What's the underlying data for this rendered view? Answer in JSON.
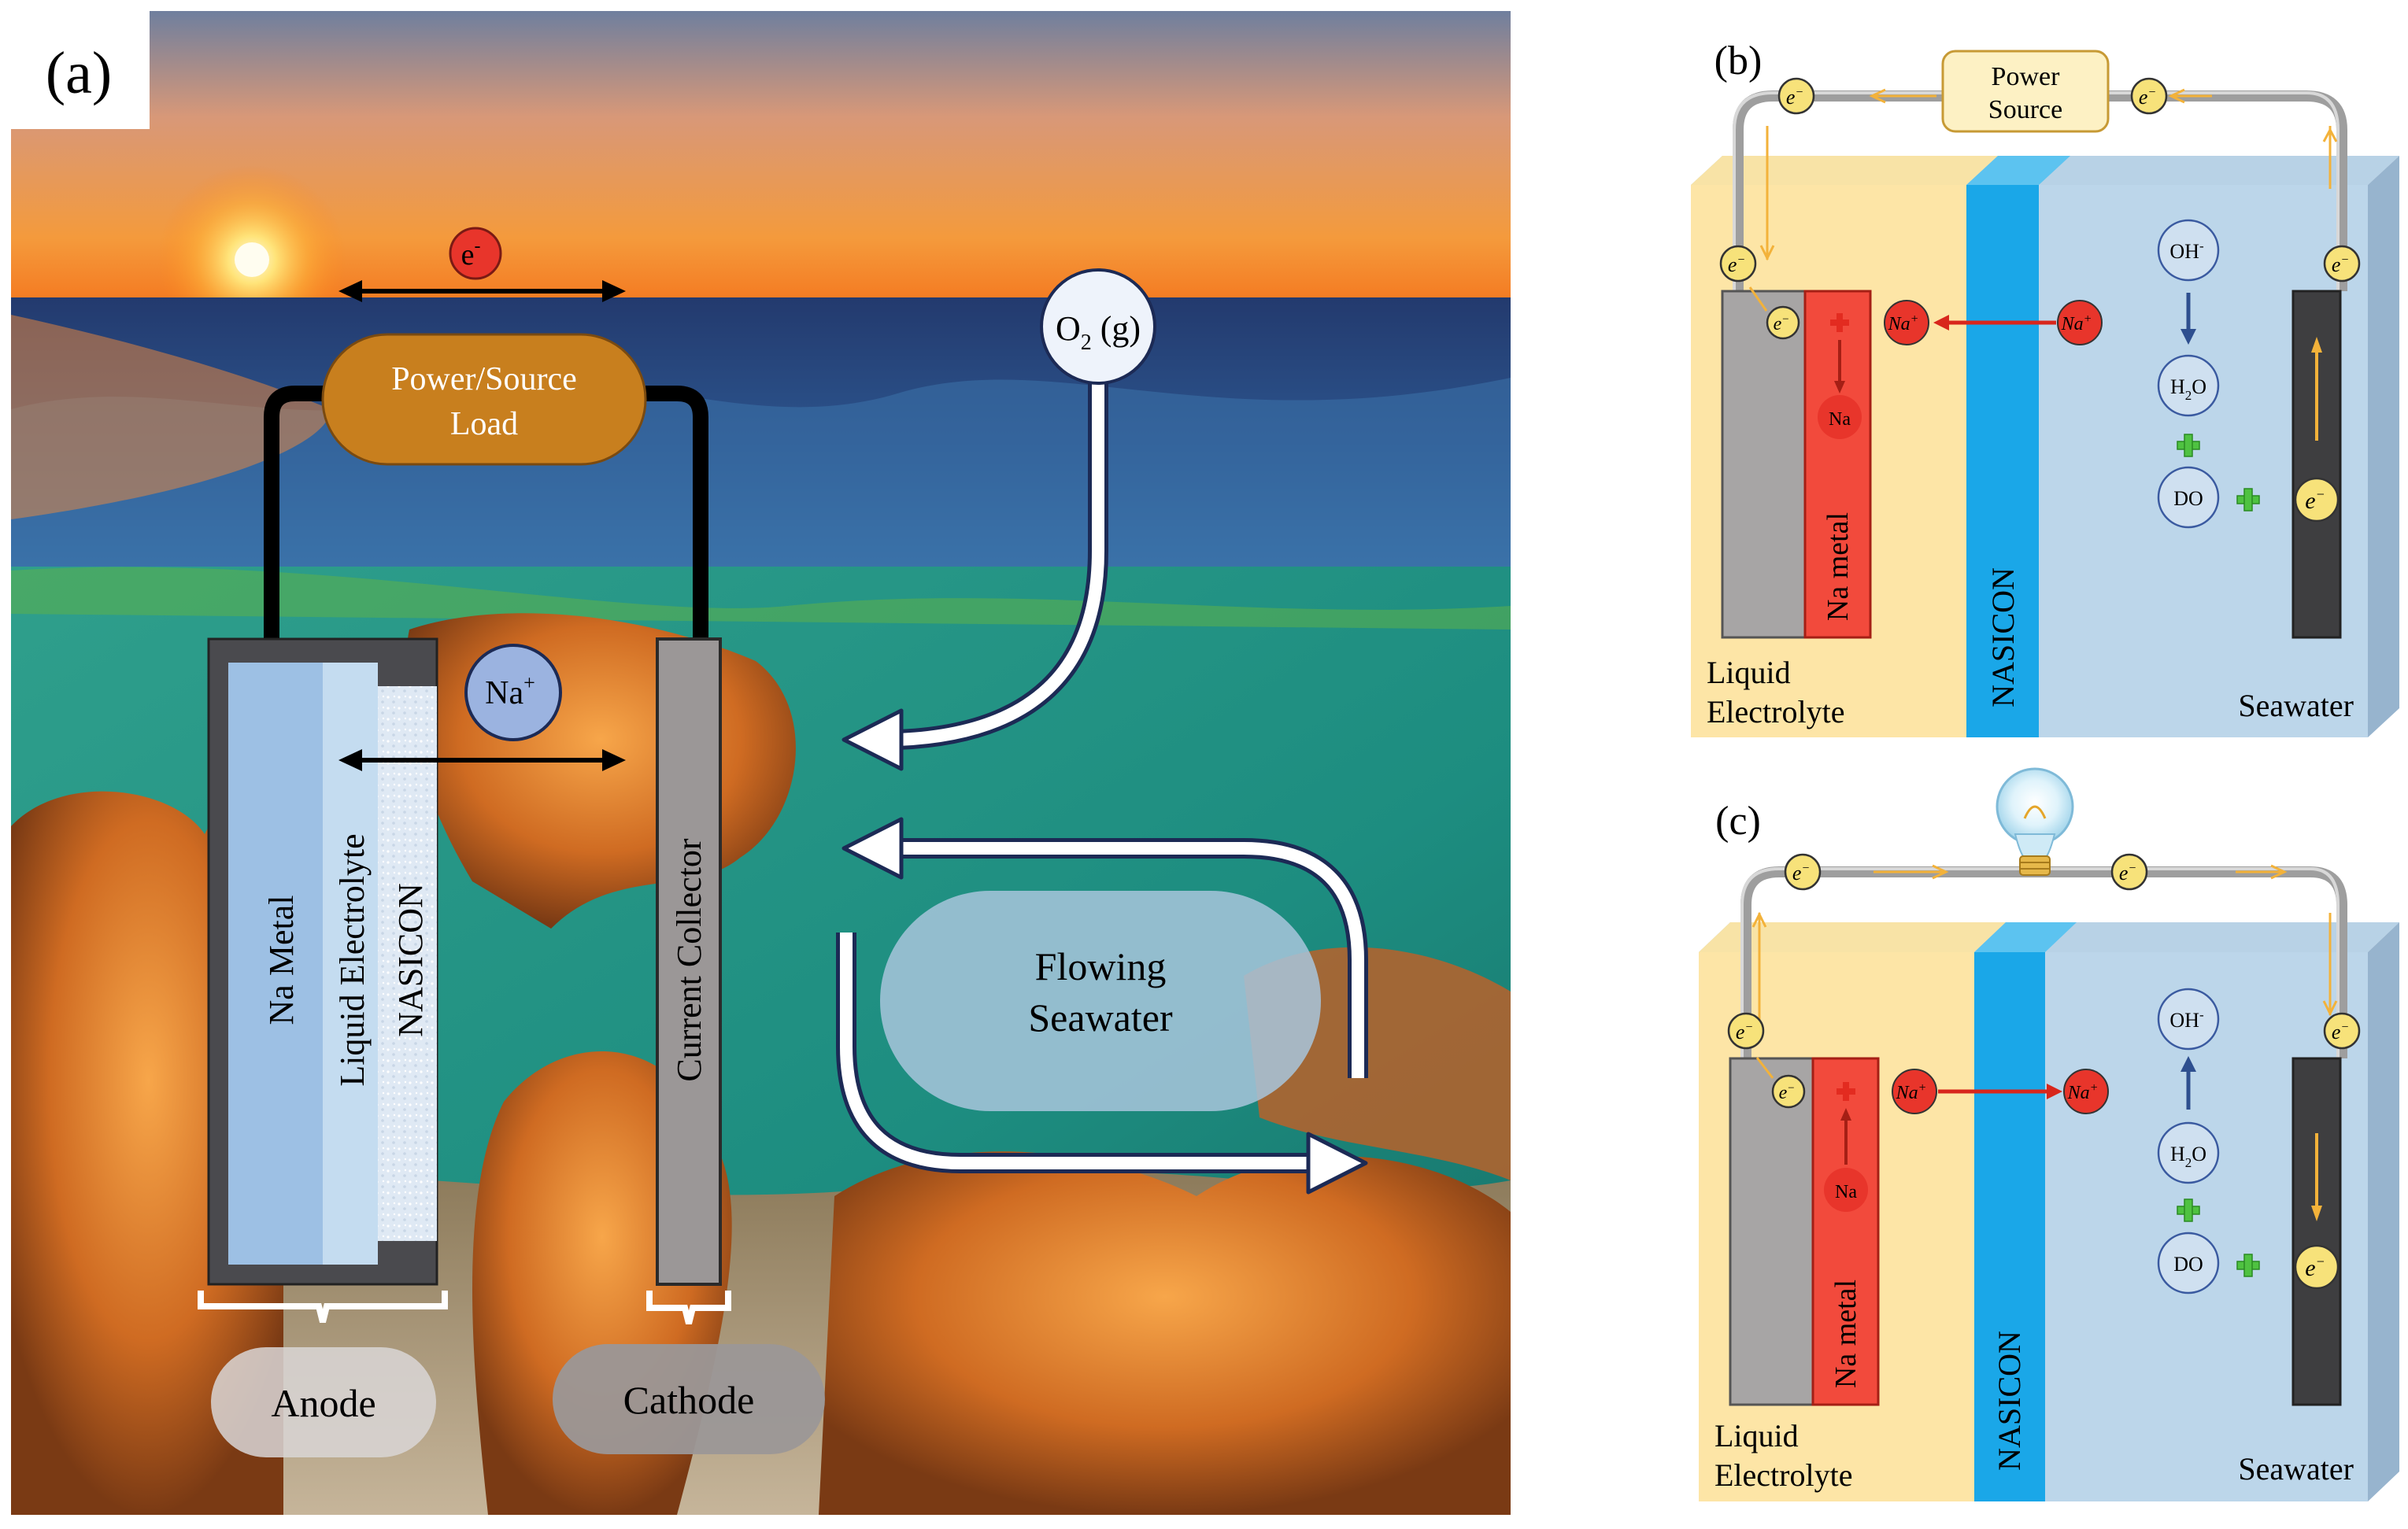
{
  "panel_a": {
    "label": "(a)",
    "electron": "e",
    "electron_sup": "-",
    "power_line1": "Power/Source",
    "power_line2": "Load",
    "o2_base": "O",
    "o2_sub": "2",
    "o2_suffix": " (g)",
    "na_ion": "Na",
    "na_ion_sup": "+",
    "na_metal": "Na Metal",
    "liquid_electrolyte": "Liquid Electrolyte",
    "nasicon": "NASICON",
    "current_collector": "Current Collector",
    "flowing_line1": "Flowing",
    "flowing_line2": "Seawater",
    "anode": "Anode",
    "cathode": "Cathode"
  },
  "panel_b": {
    "label": "(b)",
    "power_line1": "Power",
    "power_line2": "Source",
    "electron": "e",
    "electron_sup": "−",
    "na_ion": "Na",
    "na_ion_sup": "+",
    "na": "Na",
    "na_metal": "Na metal",
    "nasicon": "NASICON",
    "oh": "OH",
    "oh_sup": "-",
    "h2o_base": "H",
    "h2o_sub": "2",
    "h2o_end": "O",
    "do": "DO",
    "liquid_line1": "Liquid",
    "liquid_line2": "Electrolyte",
    "seawater": "Seawater"
  },
  "panel_c": {
    "label": "(c)",
    "electron": "e",
    "electron_sup": "−",
    "na_ion": "Na",
    "na_ion_sup": "+",
    "na": "Na",
    "na_metal": "Na metal",
    "nasicon": "NASICON",
    "oh": "OH",
    "oh_sup": "-",
    "h2o_base": "H",
    "h2o_sub": "2",
    "h2o_end": "O",
    "do": "DO",
    "liquid_line1": "Liquid",
    "liquid_line2": "Electrolyte",
    "seawater": "Seawater"
  },
  "colors": {
    "electrolyte": "#fde5a6",
    "nasicon": "#1aa7e8",
    "seawater": "#bcd6ea",
    "na_metal": "#f24a3c",
    "electron_circle": "#f7e27a",
    "ion_circle": "#e8352b",
    "wire": "#9e9e9e",
    "power_box": "#fdf1c4",
    "orange_load": "#c87f1e",
    "current_collector": "#9b9797"
  }
}
